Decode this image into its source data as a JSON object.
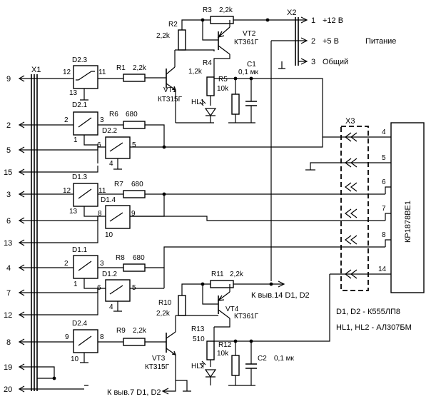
{
  "connectors": {
    "x1": "X1",
    "x2": "X2",
    "x3": "X3"
  },
  "x1_pins": [
    "9",
    "2",
    "5",
    "15",
    "3",
    "6",
    "13",
    "4",
    "7",
    "12",
    "8",
    "19",
    "20"
  ],
  "power": [
    {
      "pin": "1",
      "label": "+12 В"
    },
    {
      "pin": "2",
      "label": "+5 В"
    },
    {
      "pin": "3",
      "label": "Общий"
    }
  ],
  "power_title": "Питание",
  "gates": {
    "d23": {
      "name": "D2.3",
      "in_a": "12",
      "in_b": "13",
      "out": "11"
    },
    "d21": {
      "name": "D2.1",
      "in_a": "2",
      "in_b": "1",
      "out": "3"
    },
    "d22": {
      "name": "D2.2",
      "in_a": "6",
      "in_b": "4",
      "out": "5"
    },
    "d13": {
      "name": "D1.3",
      "in_a": "12",
      "in_b": "13",
      "out": "11"
    },
    "d14": {
      "name": "D1.4",
      "in_a": "8",
      "in_b": "10",
      "out": "9"
    },
    "d11": {
      "name": "D1.1",
      "in_a": "2",
      "in_b": "1",
      "out": "3"
    },
    "d12": {
      "name": "D1.2",
      "in_a": "6",
      "in_b": "4",
      "out": "5"
    },
    "d24": {
      "name": "D2.4",
      "in_a": "9",
      "in_b": "10",
      "out": "8"
    }
  },
  "resistors": {
    "r1": {
      "name": "R1",
      "value": "2,2k"
    },
    "r2": {
      "name": "R2",
      "value": "2,2k"
    },
    "r3": {
      "name": "R3",
      "value": "2,2k"
    },
    "r4": {
      "name": "R4",
      "value": "1,2k"
    },
    "r5": {
      "name": "R5",
      "value": "10k"
    },
    "r6": {
      "name": "R6",
      "value": "680"
    },
    "r7": {
      "name": "R7",
      "value": "680"
    },
    "r8": {
      "name": "R8",
      "value": "680"
    },
    "r9": {
      "name": "R9",
      "value": "2,2k"
    },
    "r10": {
      "name": "R10",
      "value": "2,2k"
    },
    "r11": {
      "name": "R11",
      "value": "2,2k"
    },
    "r12": {
      "name": "R12",
      "value": "10k"
    },
    "r13": {
      "name": "R13",
      "value": "510"
    }
  },
  "capacitors": {
    "c1": {
      "name": "C1",
      "value": "0,1 мк"
    },
    "c2": {
      "name": "C2",
      "value": "0,1 мк"
    }
  },
  "transistors": {
    "vt1": {
      "name": "VT1",
      "type": "КТ315Г"
    },
    "vt2": {
      "name": "VT2",
      "type": "КТ361Г"
    },
    "vt3": {
      "name": "VT3",
      "type": "КТ315Г"
    },
    "vt4": {
      "name": "VT4",
      "type": "КТ361Г"
    }
  },
  "leds": {
    "hl1": "HL1",
    "hl2": "HL2"
  },
  "ic": {
    "name": "КР1878ВЕ1",
    "pins": [
      "4",
      "5",
      "6",
      "7",
      "8",
      "14"
    ]
  },
  "notes": {
    "to_pin14": "К выв.14 D1, D2",
    "to_pin7": "К выв.7 D1, D2",
    "parts_d": "D1, D2 - К555ЛП8",
    "parts_hl": "HL1, HL2 - АЛ307БМ"
  }
}
